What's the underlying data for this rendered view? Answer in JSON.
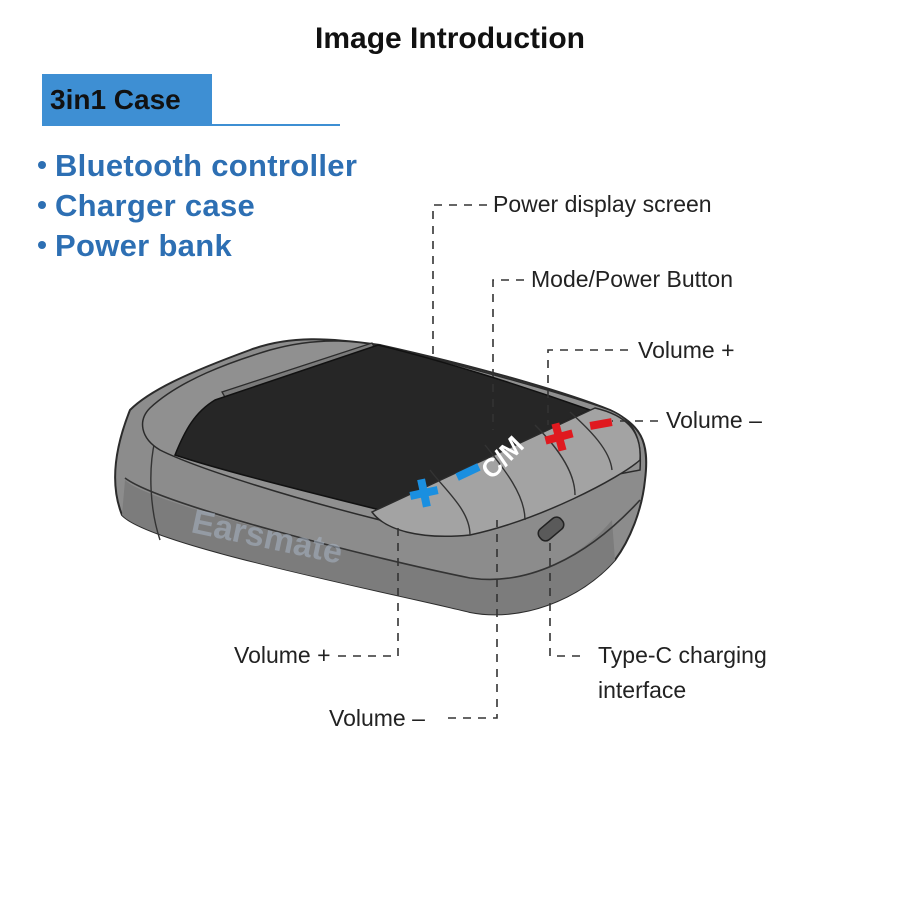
{
  "title": "Image Introduction",
  "section": {
    "label": "3in1 Case"
  },
  "features": [
    "Bluetooth controller",
    "Charger case",
    "Power bank"
  ],
  "device": {
    "brand_watermark": "Earsmate",
    "mode_button_glyph": "C/M",
    "colors": {
      "body": "#8c8c8c",
      "panel": "#262626",
      "blue": "#1a8fe0",
      "red": "#e0191f",
      "accent": "#3e8fd3"
    }
  },
  "callouts": {
    "power_display": "Power display screen",
    "mode_power": "Mode/Power Button",
    "volume_plus_right": "Volume +",
    "volume_minus_right": "Volume –",
    "volume_plus_left": "Volume +",
    "volume_minus_bottom": "Volume –",
    "type_c_line1": "Type-C charging",
    "type_c_line2": "interface"
  }
}
